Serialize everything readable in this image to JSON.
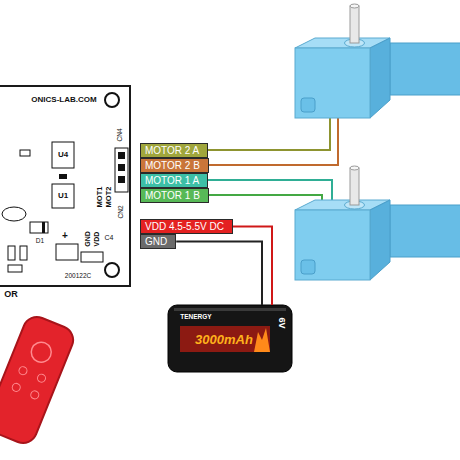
{
  "diagram": {
    "nodes": [
      {
        "text": [
          "ONICS-LAB.COM",
          "CN4",
          "U4",
          "MOT1",
          "MOT2",
          "U1",
          "CN2",
          "+",
          "C4",
          "GND",
          "VDD",
          "D1",
          "200122C"
        ]
      },
      {
        "text": [
          "MOTOR 2 A"
        ]
      },
      {
        "text": [
          "MOTOR 2 B"
        ]
      },
      {
        "text": [
          "MOTOR 1 A"
        ]
      },
      {
        "text": [
          "MOTOR 1 B"
        ]
      },
      {
        "text": [
          "VDD 4.5-5.5V DC"
        ]
      },
      {
        "text": [
          "GND"
        ]
      },
      {
        "text": [
          "TENERGY",
          "3000mAh",
          "6V"
        ]
      }
    ],
    "edges": [
      {
        "from": 5,
        "to": 7,
        "arrow": "none"
      },
      {
        "from": 6,
        "to": 7,
        "arrow": "none"
      }
    ],
    "labels": [
      "OR"
    ]
  }
}
